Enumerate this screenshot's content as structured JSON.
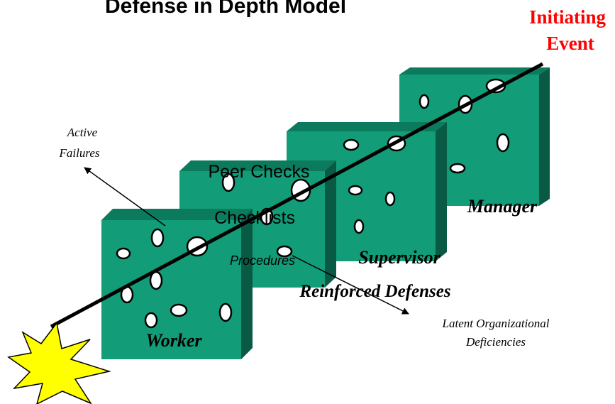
{
  "title": "Defense in Depth Model",
  "initiating_event": {
    "line1": "Initiating",
    "line2": "Event"
  },
  "active_failures": {
    "line1": "Active",
    "line2": "Failures"
  },
  "latent_deficiencies": {
    "line1": "Latent Organizational",
    "line2": "Deficiencies"
  },
  "layers": {
    "manager": "Manager",
    "supervisor": "Supervisor",
    "peer_checks": "Peer Checks",
    "checklists": "Checklists",
    "procedures": "Procedures",
    "worker": "Worker"
  },
  "reinforced_defenses": "Reinforced Defenses",
  "colors": {
    "block_front": "#129c78",
    "block_top": "#0c7a5d",
    "block_side": "#085a44",
    "initiating_event": "#ff0000",
    "starburst": "#ffff00"
  }
}
